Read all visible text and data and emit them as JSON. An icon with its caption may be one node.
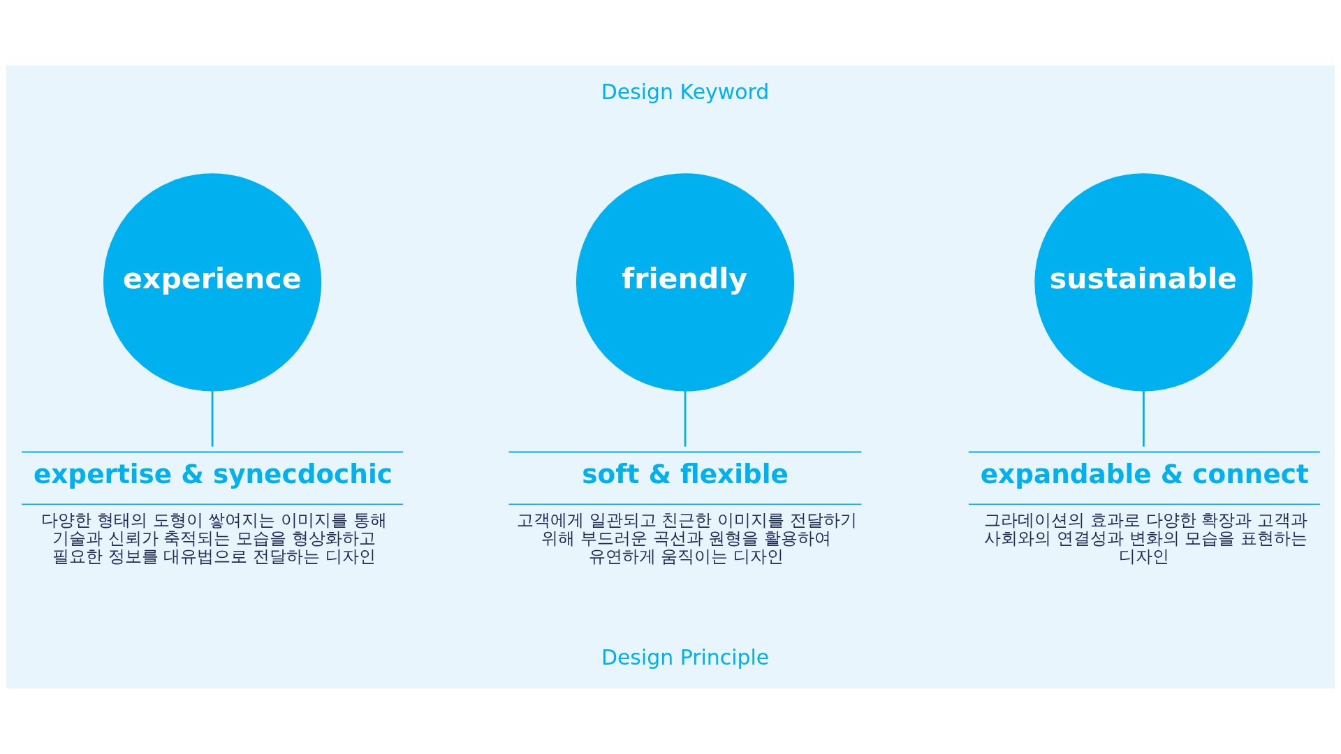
{
  "diagram": {
    "nodes": [
      {
        "text": [
          "experience"
        ]
      },
      {
        "text": [
          "expertise & synecdochic",
          "다양한 형태의 도형이 쌓여지는 이미지를 통해 기술과 신뢰가 축적되는 모습을 형상화하고 필요한 정보를 대유법으로 전달하는 디자인"
        ]
      },
      {
        "text": [
          "friendly"
        ]
      },
      {
        "text": [
          "soft & flexible",
          "고객에게 일관되고 친근한 이미지를 전달하기 위해 부드러운 곡선과 원형을 활용하여 유연하게 움직이는 디자인"
        ]
      },
      {
        "text": [
          "sustainable"
        ]
      },
      {
        "text": [
          "expandable & connect",
          "그라데이션의 효과로 다양한 확장과 고객과 사회와의 연결성과 변화의 모습을 표현하는 디자인"
        ]
      }
    ],
    "edges": [
      {
        "from": 0,
        "to": 1,
        "arrow": "none"
      },
      {
        "from": 2,
        "to": 3,
        "arrow": "none"
      },
      {
        "from": 4,
        "to": 5,
        "arrow": "none"
      }
    ],
    "labels": [
      "Design Keyword",
      "Design Principle"
    ]
  }
}
